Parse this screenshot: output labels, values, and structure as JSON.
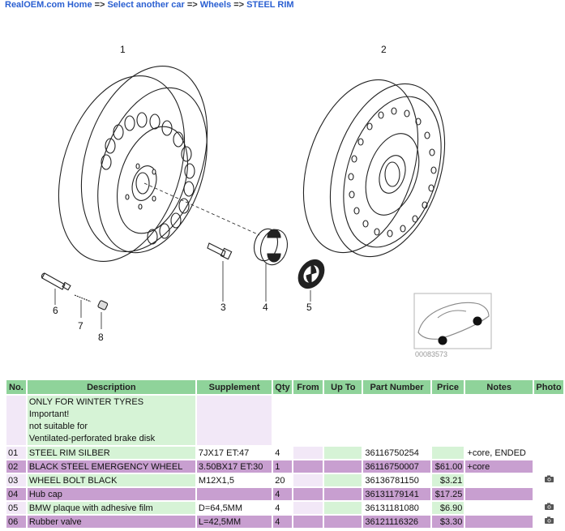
{
  "breadcrumb": {
    "home": "RealOEM.com Home",
    "sep": "=>",
    "select_car": "Select another car",
    "wheels": "Wheels",
    "current": "STEEL RIM"
  },
  "diagram": {
    "callouts": [
      "1",
      "2",
      "3",
      "4",
      "5",
      "6",
      "7",
      "8"
    ],
    "image_code": "00083573"
  },
  "table": {
    "headers": [
      "No.",
      "Description",
      "Supplement",
      "Qty",
      "From",
      "Up To",
      "Part Number",
      "Price",
      "Notes",
      "Photo"
    ],
    "note_row": {
      "lines": [
        "ONLY FOR WINTER TYRES",
        "Important!",
        "not suitable for",
        "Ventilated-perforated brake disk"
      ]
    },
    "rows": [
      {
        "no": "01",
        "description": "STEEL RIM SILBER",
        "supplement": "7JX17 ET:47",
        "qty": "4",
        "from": "",
        "upto": "",
        "part": "36116750254",
        "price": "",
        "notes": "+core, ENDED",
        "photo": false
      },
      {
        "no": "02",
        "description": "BLACK STEEL EMERGENCY WHEEL",
        "supplement": "3.50BX17 ET:30",
        "qty": "1",
        "from": "",
        "upto": "",
        "part": "36116750007",
        "price": "$61.00",
        "notes": "+core",
        "photo": false
      },
      {
        "no": "03",
        "description": "WHEEL BOLT BLACK",
        "supplement": "M12X1,5",
        "qty": "20",
        "from": "",
        "upto": "",
        "part": "36136781150",
        "price": "$3.21",
        "notes": "",
        "photo": true
      },
      {
        "no": "04",
        "description": "Hub cap",
        "supplement": "",
        "qty": "4",
        "from": "",
        "upto": "",
        "part": "36131179141",
        "price": "$17.25",
        "notes": "",
        "photo": false
      },
      {
        "no": "05",
        "description": "BMW plaque with adhesive film",
        "supplement": "D=64,5MM",
        "qty": "4",
        "from": "",
        "upto": "",
        "part": "36131181080",
        "price": "$6.90",
        "notes": "",
        "photo": true
      },
      {
        "no": "06",
        "description": "Rubber valve",
        "supplement": "L=42,5MM",
        "qty": "4",
        "from": "",
        "upto": "",
        "part": "36121116326",
        "price": "$3.30",
        "notes": "",
        "photo": true
      }
    ]
  }
}
